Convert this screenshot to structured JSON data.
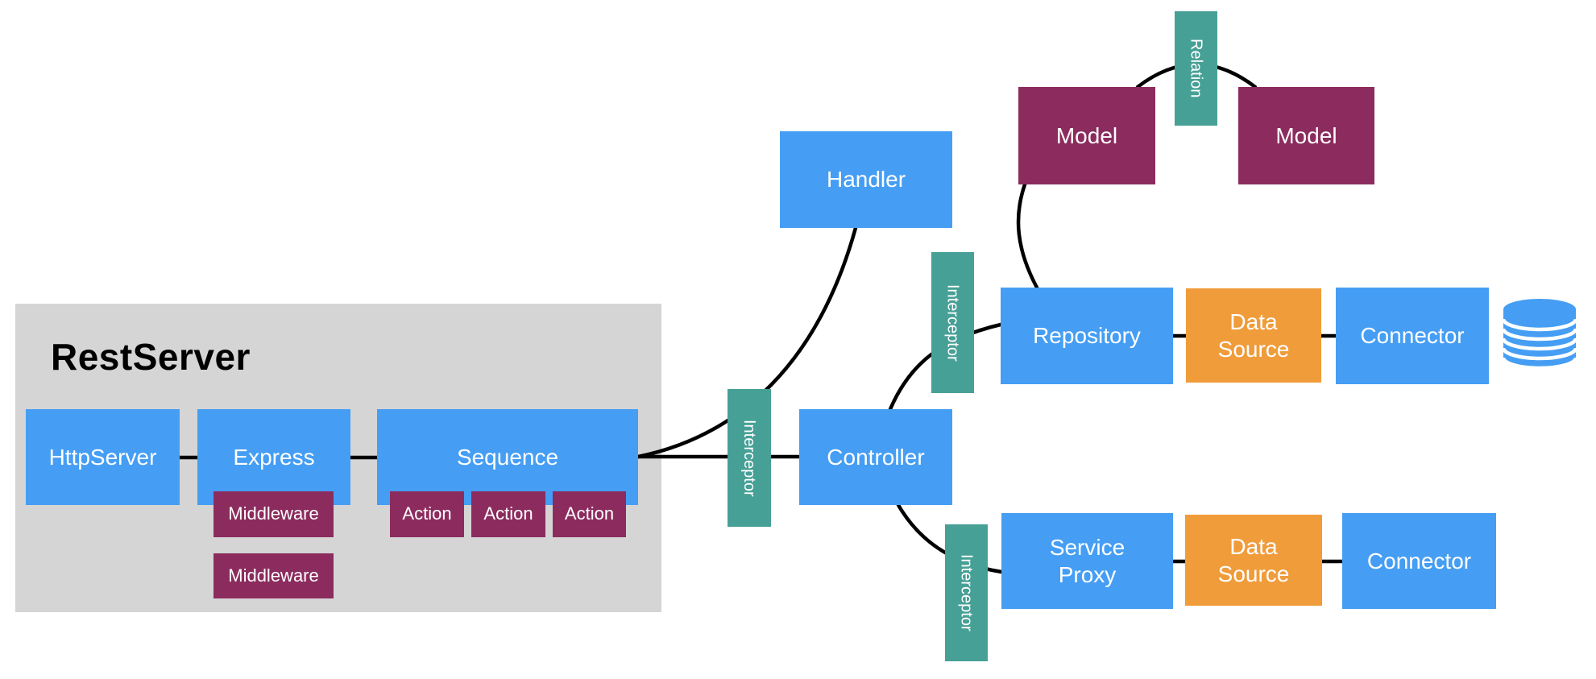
{
  "colors": {
    "blue": "#459EF4",
    "purple": "#8C2C5E",
    "teal": "#47A096",
    "orange": "#F09C3B",
    "gray": "#D5D5D5",
    "line": "#000000",
    "label": "#FFFFFF",
    "title": "#000000"
  },
  "rest_server": {
    "title": "RestServer"
  },
  "nodes": {
    "httpserver": {
      "label": "HttpServer",
      "type": "blue"
    },
    "express": {
      "label": "Express",
      "type": "blue"
    },
    "middleware1": {
      "label": "Middleware",
      "type": "purple"
    },
    "middleware2": {
      "label": "Middleware",
      "type": "purple"
    },
    "sequence": {
      "label": "Sequence",
      "type": "blue"
    },
    "action1": {
      "label": "Action",
      "type": "purple"
    },
    "action2": {
      "label": "Action",
      "type": "purple"
    },
    "action3": {
      "label": "Action",
      "type": "purple"
    },
    "interceptor1": {
      "label": "Interceptor",
      "type": "teal"
    },
    "handler": {
      "label": "Handler",
      "type": "blue"
    },
    "controller": {
      "label": "Controller",
      "type": "blue"
    },
    "interceptor2": {
      "label": "Interceptor",
      "type": "teal"
    },
    "repository": {
      "label": "Repository",
      "type": "blue"
    },
    "datasource1": {
      "label": "Data Source",
      "type": "orange"
    },
    "connector1": {
      "label": "Connector",
      "type": "blue"
    },
    "model1": {
      "label": "Model",
      "type": "purple"
    },
    "relation": {
      "label": "Relation",
      "type": "teal"
    },
    "model2": {
      "label": "Model",
      "type": "purple"
    },
    "interceptor3": {
      "label": "Interceptor",
      "type": "teal"
    },
    "serviceproxy": {
      "label": "Service Proxy",
      "type": "blue"
    },
    "datasource2": {
      "label": "Data Source",
      "type": "orange"
    },
    "connector2": {
      "label": "Connector",
      "type": "blue"
    }
  },
  "icons": {
    "database": "database-cylinder"
  },
  "edges": [
    {
      "from": "httpserver",
      "to": "express"
    },
    {
      "from": "express",
      "to": "sequence"
    },
    {
      "from": "sequence",
      "to": "controller",
      "via": "interceptor1"
    },
    {
      "from": "sequence",
      "to": "handler"
    },
    {
      "from": "controller",
      "to": "repository",
      "via": "interceptor2"
    },
    {
      "from": "controller",
      "to": "serviceproxy",
      "via": "interceptor3"
    },
    {
      "from": "repository",
      "to": "model1"
    },
    {
      "from": "model1",
      "to": "model2",
      "via": "relation"
    },
    {
      "from": "repository",
      "to": "datasource1"
    },
    {
      "from": "datasource1",
      "to": "connector1"
    },
    {
      "from": "serviceproxy",
      "to": "datasource2"
    },
    {
      "from": "datasource2",
      "to": "connector2"
    }
  ]
}
